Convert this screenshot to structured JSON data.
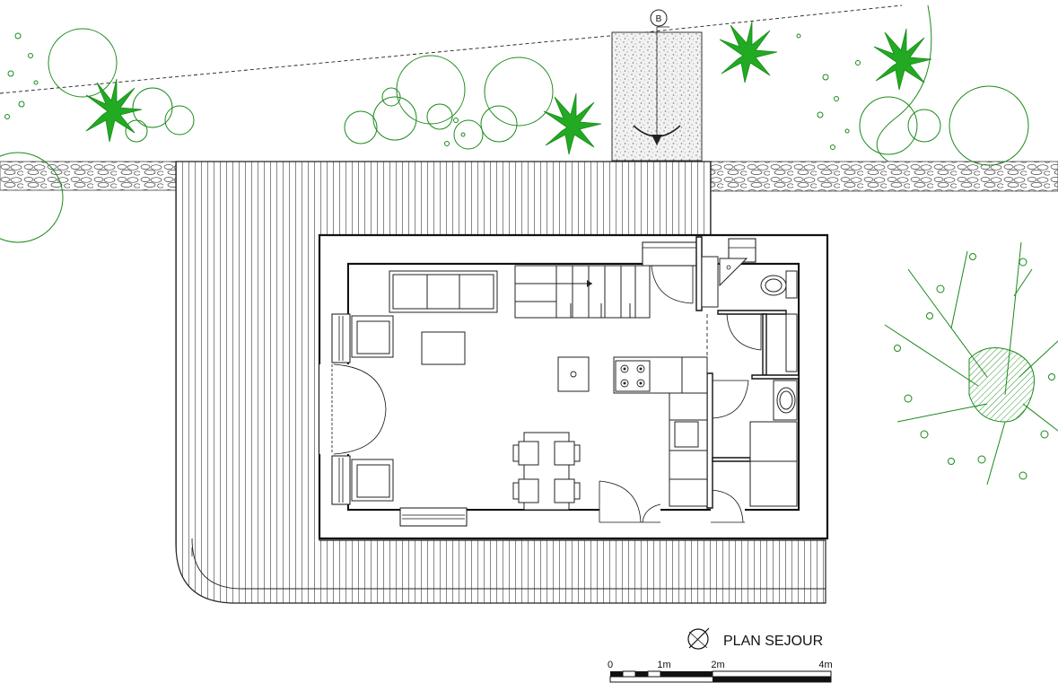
{
  "plan": {
    "title": "PLAN SEJOUR",
    "north_marker": "B",
    "scale": {
      "labels": [
        "0",
        "1m",
        "2m",
        "4m"
      ]
    }
  },
  "colors": {
    "vegetation": "#1a8a1a",
    "lines": "#111111"
  }
}
